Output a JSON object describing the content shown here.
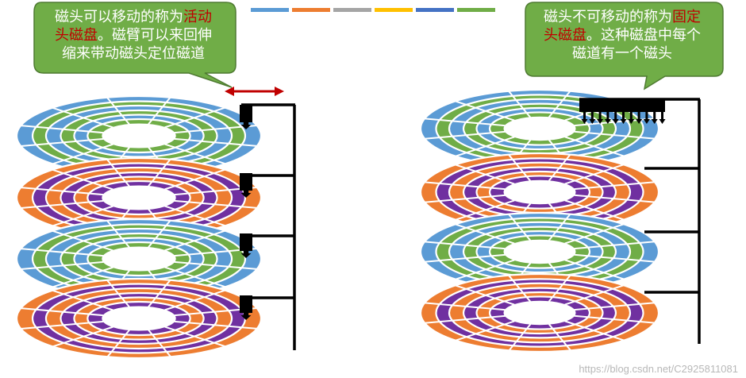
{
  "legend_colors": [
    "#5b9bd5",
    "#ed7d31",
    "#a5a5a5",
    "#ffc000",
    "#4472c4",
    "#70ad47"
  ],
  "colors": {
    "blue": "#5b9bd5",
    "orange": "#ed7d31",
    "green": "#70ad47",
    "purple": "#7030a0",
    "callout_fill": "#70ad47",
    "callout_stroke": "#4e7a31",
    "arm": "#000000",
    "arrow": "#c00000",
    "highlight": "#c00000"
  },
  "left_callout": {
    "line1_normal": "磁头可以移动的称为",
    "line1_highlight": "活动",
    "line2_highlight": "头磁盘",
    "line2_normal": "。磁臂可以来回伸",
    "line3": "缩来带动磁头定位磁道"
  },
  "right_callout": {
    "line1_normal": "磁头不可移动的称为",
    "line1_highlight": "固定",
    "line2_highlight": "头磁盘",
    "line2_normal": "。这种磁盘中每个",
    "line3": "磁道有一个磁头"
  },
  "left_stack": {
    "platters": [
      "blue-green",
      "orange-purple",
      "blue-green",
      "orange-purple"
    ],
    "head_type": "movable"
  },
  "right_stack": {
    "platters": [
      "blue-green",
      "orange-purple",
      "blue-green",
      "orange-purple"
    ],
    "head_type": "fixed"
  },
  "watermark": "https://blog.csdn.net/C2925811081"
}
